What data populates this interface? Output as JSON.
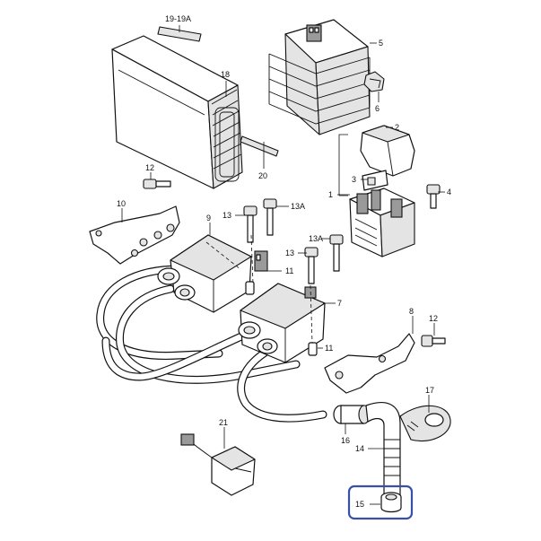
{
  "callouts": {
    "c1": "1",
    "c2": "2",
    "c3": "3",
    "c4": "4",
    "c5": "5",
    "c6": "6",
    "c7": "7",
    "c8": "8",
    "c9": "9",
    "c10": "10",
    "c11a": "11",
    "c11b": "11",
    "c12a": "12",
    "c12b": "12",
    "c13a": "13",
    "c13b": "13",
    "c13A_a": "13A",
    "c13A_b": "13A",
    "c14": "14",
    "c15": "15",
    "c16": "16",
    "c17": "17",
    "c18": "18",
    "c19": "19-19A",
    "c20": "20",
    "c21": "21"
  },
  "highlight_color": "#3a4fa8"
}
